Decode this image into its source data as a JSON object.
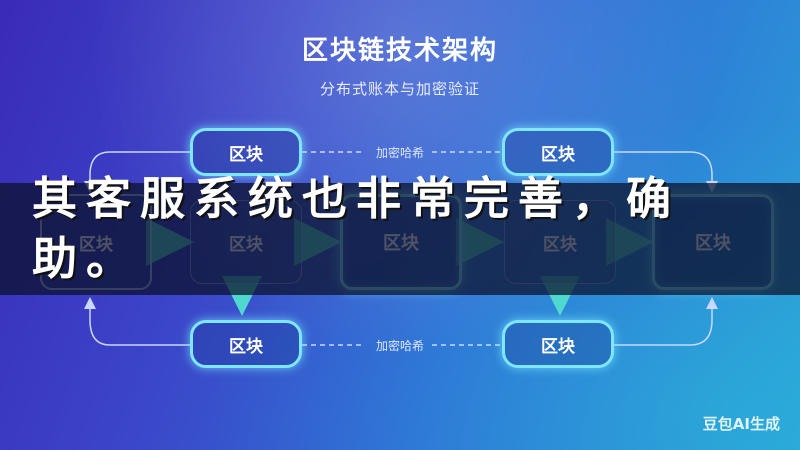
{
  "diagram": {
    "title": "区块链技术架构",
    "subtitle": "分布式账本与加密验证",
    "nodes": {
      "top_left": "区块",
      "top_right": "区块",
      "left": "区块",
      "mid_left": "区块",
      "center": "区块",
      "mid_right": "区块",
      "right": "区块",
      "bottom_left": "区块",
      "bottom_right": "区块"
    },
    "edge_labels": {
      "top": "加密哈希",
      "bottom": "加密哈希"
    }
  },
  "overlay": {
    "line1": "其客服系统也非常完善，确",
    "line2": "助。"
  },
  "watermark": "豆包AI生成",
  "colors": {
    "glow_border": "#7fe6ff",
    "arrow": "#4fd8d0"
  }
}
